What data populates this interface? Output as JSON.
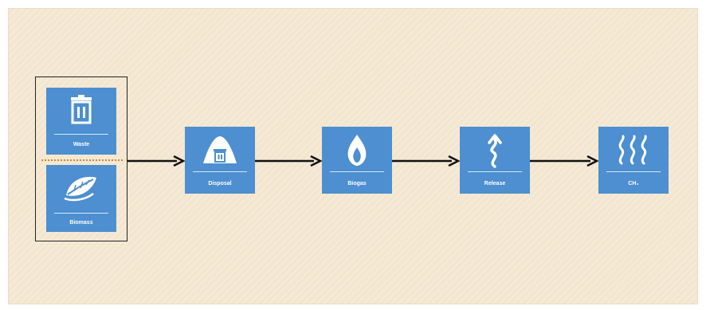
{
  "diagram": {
    "nodes": [
      {
        "id": "waste",
        "label": "Waste",
        "icon": "trash-bin-icon"
      },
      {
        "id": "biomass",
        "label": "Biomass",
        "icon": "leaf-icon"
      },
      {
        "id": "disposal",
        "label": "Disposal",
        "icon": "landfill-mound-icon"
      },
      {
        "id": "biogas",
        "label": "Biogas",
        "icon": "flame-icon"
      },
      {
        "id": "release",
        "label": "Release",
        "icon": "rising-arrow-icon"
      },
      {
        "id": "ch4",
        "label": "CH₄",
        "icon": "heat-waves-icon"
      }
    ],
    "edges": [
      {
        "from": "waste+biomass",
        "to": "disposal"
      },
      {
        "from": "disposal",
        "to": "biogas"
      },
      {
        "from": "biogas",
        "to": "release"
      },
      {
        "from": "release",
        "to": "ch4"
      }
    ],
    "colors": {
      "tile": "#4d8fd0",
      "background": "#f3e6cf",
      "arrow": "#111111",
      "divider": "#d4862a"
    }
  }
}
